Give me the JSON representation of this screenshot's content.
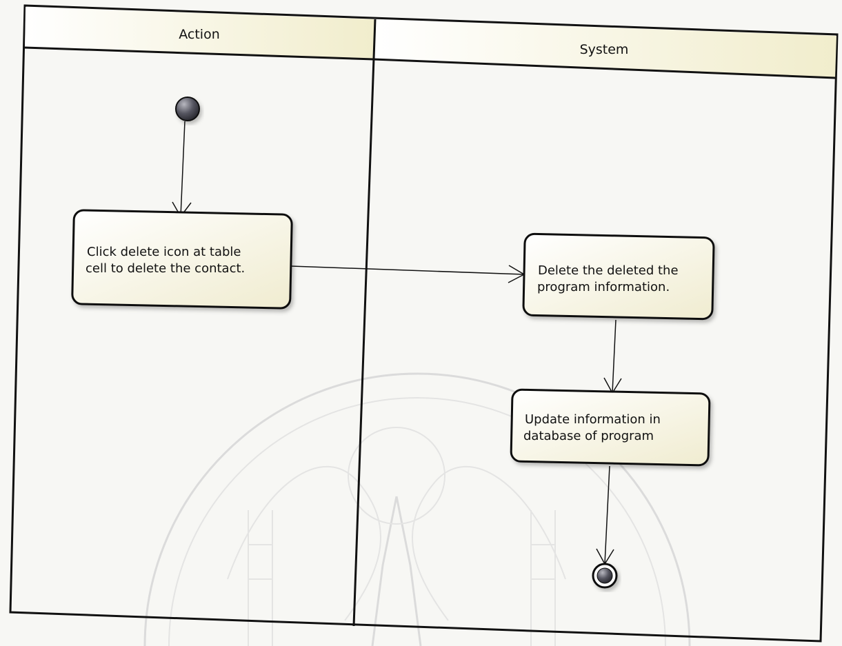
{
  "lanes": [
    {
      "title": "Action"
    },
    {
      "title": "System"
    }
  ],
  "nodes": {
    "click_delete": [
      "Click delete icon at table",
      "cell to delete the contact."
    ],
    "delete_program": [
      "Delete the deleted the",
      "program information."
    ],
    "update_info": [
      "Update information in",
      "database of program"
    ]
  },
  "colors": {
    "header_fill": "#f4f1d6",
    "node_fill": "#f6f4e6",
    "line": "#111111",
    "start_node": "#4a4a4a"
  }
}
